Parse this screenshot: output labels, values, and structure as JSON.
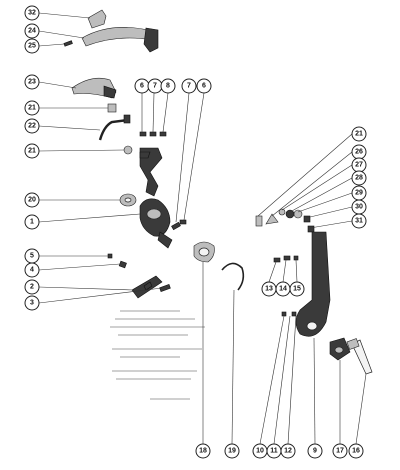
{
  "diagram": {
    "callouts": [
      "32",
      "24",
      "25",
      "23",
      "21",
      "22",
      "21",
      "20",
      "1",
      "6",
      "7",
      "8",
      "7",
      "6",
      "5",
      "4",
      "2",
      "3",
      "21",
      "26",
      "27",
      "28",
      "29",
      "30",
      "31",
      "13",
      "14",
      "15",
      "18",
      "19",
      "10",
      "11",
      "12",
      "9",
      "17",
      "16"
    ]
  }
}
